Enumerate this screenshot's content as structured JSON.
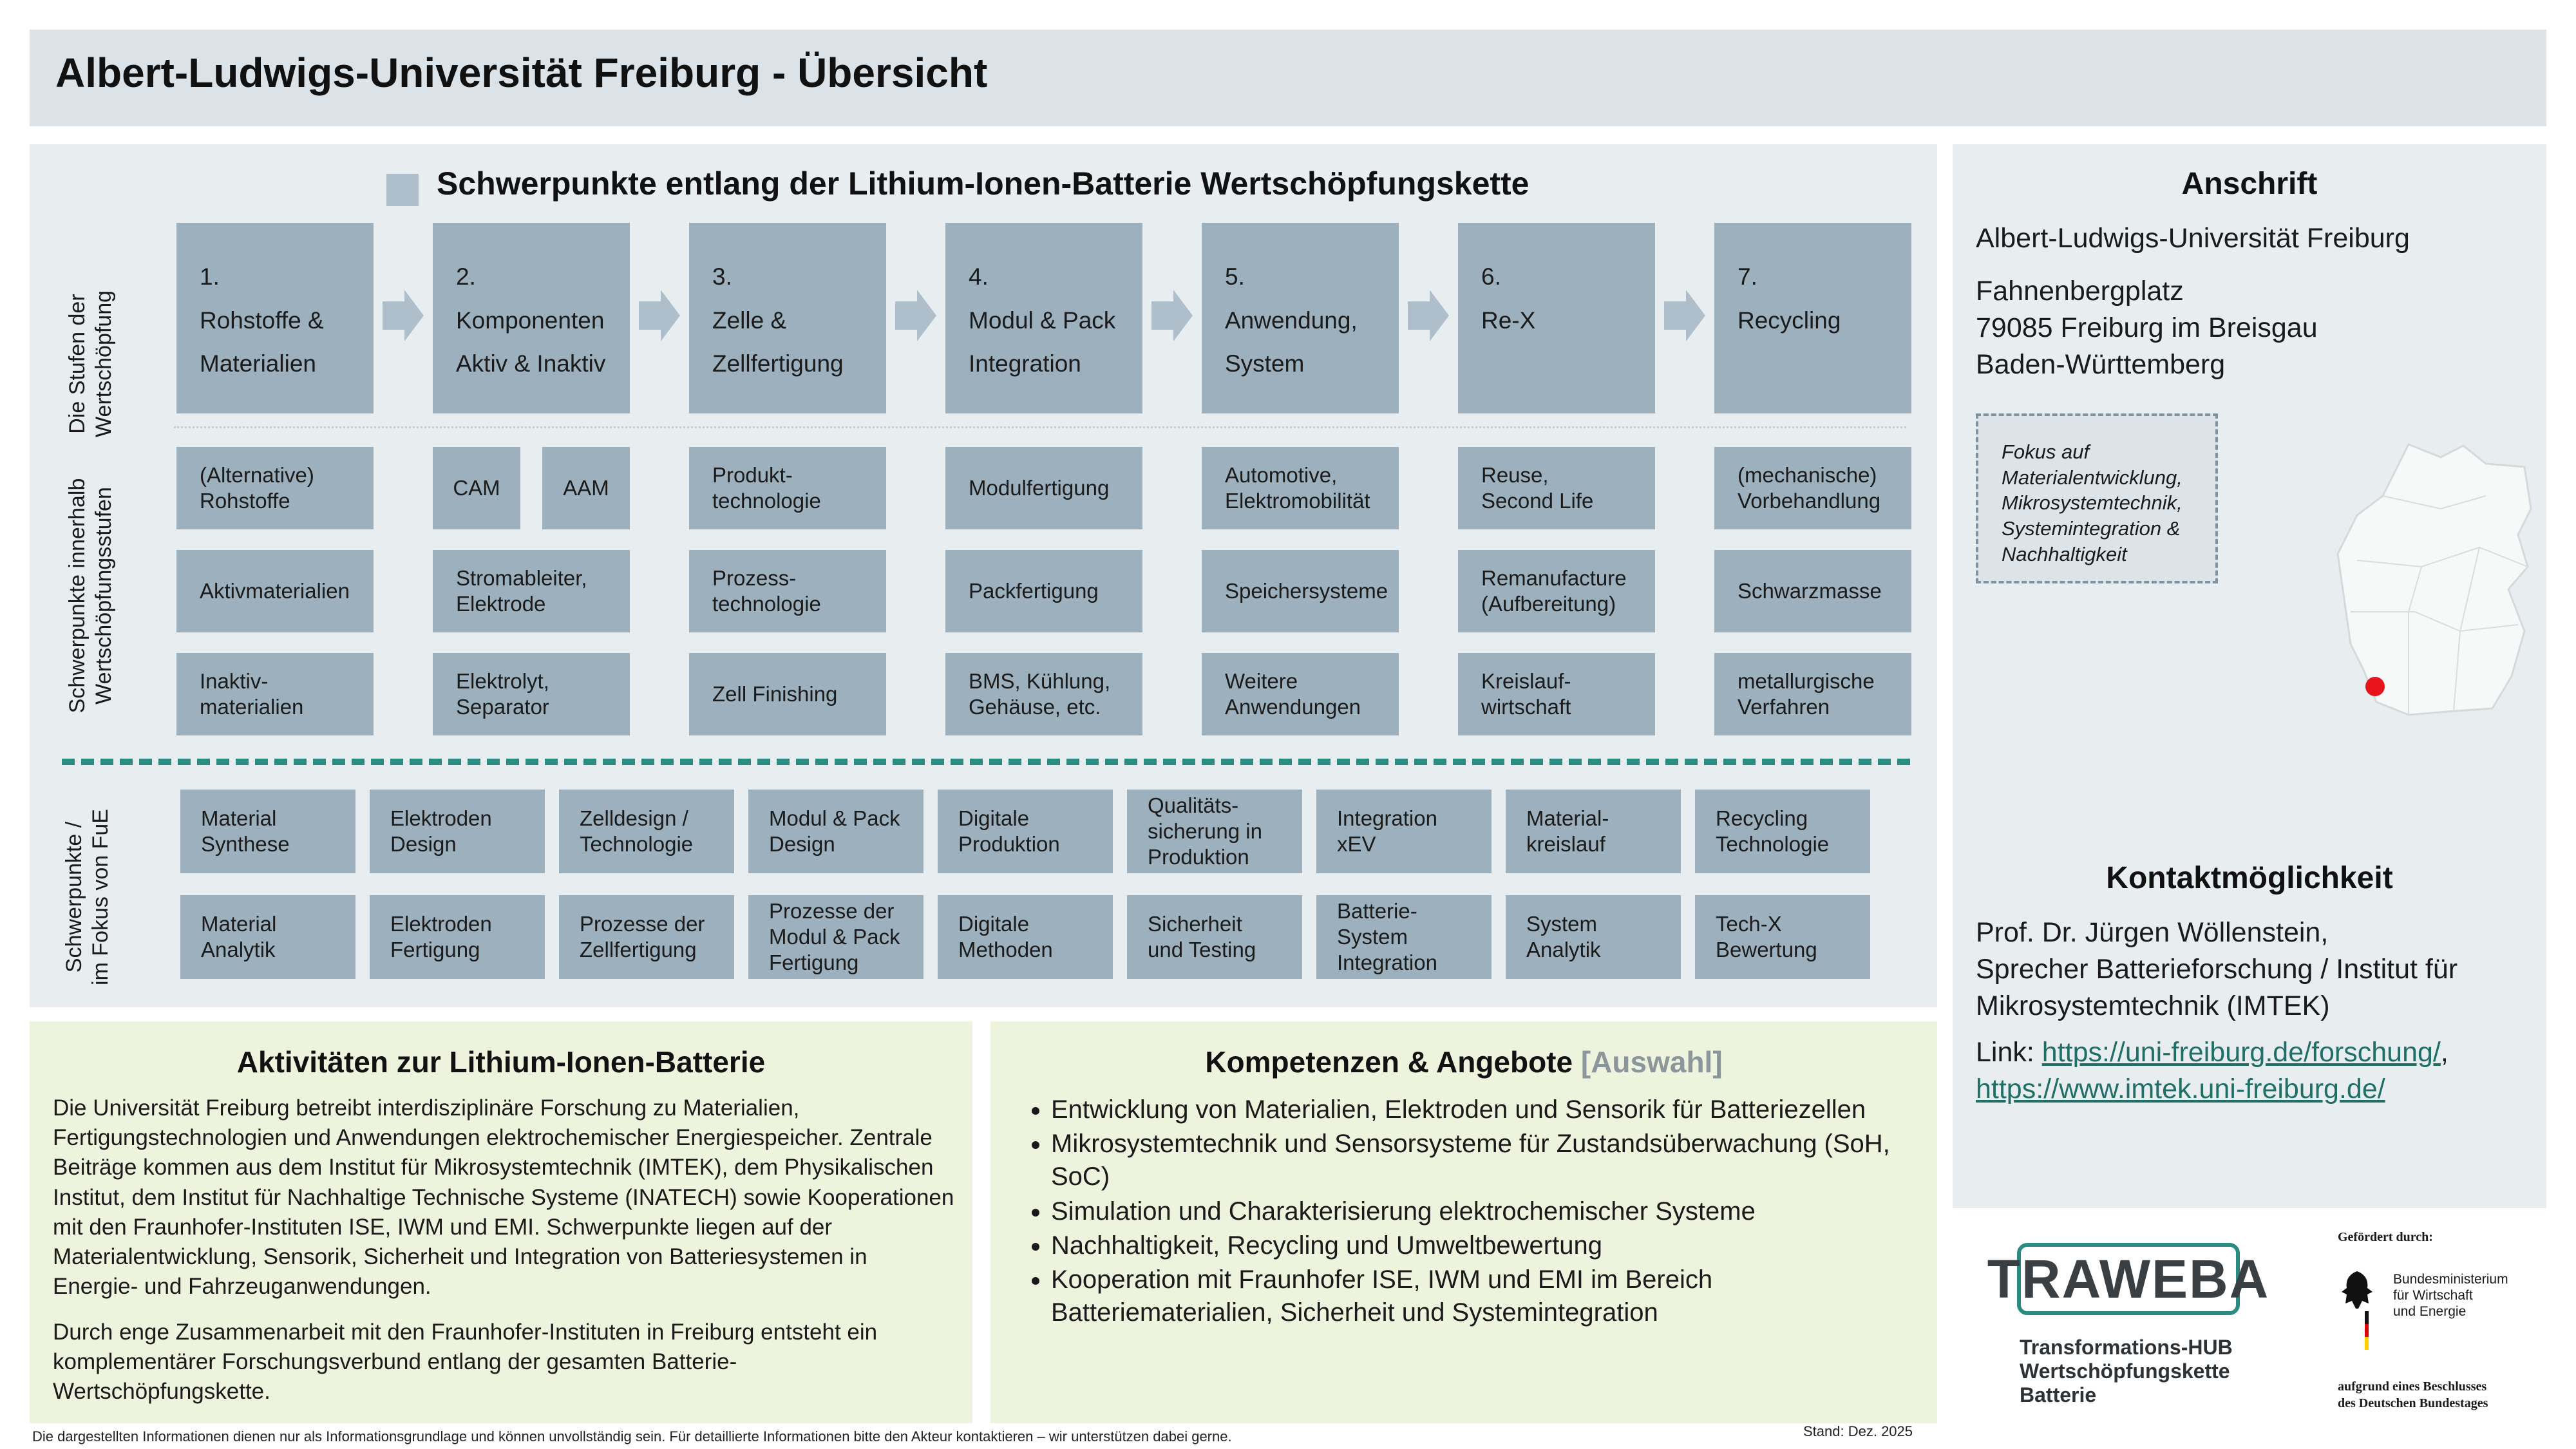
{
  "header": {
    "title": "Albert-Ludwigs-Universität Freiburg - Übersicht"
  },
  "main": {
    "title": "Schwerpunkte entlang der Lithium-Ionen-Batterie Wertschöpfungskette",
    "row_labels": {
      "stages": "Die Stufen der\nWertschöpfung",
      "focus_within": "Schwerpunkte innerhalb\nWertschöpfungsstufen",
      "rd_focus": "Schwerpunkte /\nim Fokus von FuE"
    },
    "stages": [
      "1.\nRohstoffe &\nMaterialien",
      "2.\nKomponenten\nAktiv & Inaktiv",
      "3.\nZelle &\nZellfertigung",
      "4.\nModul & Pack\nIntegration",
      "5.\nAnwendung,\nSystem",
      "6.\nRe-X",
      "7.\nRecycling"
    ],
    "focus_row1": [
      "(Alternative)\nRohstoffe",
      "CAM",
      "AAM",
      "Produkt-\ntechnologie",
      "Modulfertigung",
      "Automotive,\nElektromobilität",
      "Reuse,\nSecond Life",
      "(mechanische)\nVorbehandlung"
    ],
    "focus_row2": [
      "Aktivmaterialien",
      "Stromableiter,\nElektrode",
      "Prozess-\ntechnologie",
      "Packfertigung",
      "Speichersysteme",
      "Remanufacture\n(Aufbereitung)",
      "Schwarzmasse"
    ],
    "focus_row3": [
      "Inaktiv-\nmaterialien",
      "Elektrolyt,\nSeparator",
      "Zell Finishing",
      "BMS, Kühlung,\nGehäuse, etc.",
      "Weitere\nAnwendungen",
      "Kreislauf-\nwirtschaft",
      "metallurgische\nVerfahren"
    ],
    "rd_row1": [
      "Material\nSynthese",
      "Elektroden\nDesign",
      "Zelldesign /\nTechnologie",
      "Modul & Pack\nDesign",
      "Digitale\nProduktion",
      "Qualitäts-\nsicherung in\nProduktion",
      "Integration\nxEV",
      "Material-\nkreislauf",
      "Recycling\nTechnologie"
    ],
    "rd_row2": [
      "Material\nAnalytik",
      "Elektroden\nFertigung",
      "Prozesse der\nZellfertigung",
      "Prozesse der\nModul & Pack\nFertigung",
      "Digitale\nMethoden",
      "Sicherheit\nund Testing",
      "Batterie-\nSystem\nIntegration",
      "System\nAnalytik",
      "Tech-X\nBewertung"
    ]
  },
  "activities": {
    "title": "Aktivitäten zur Lithium-Ionen-Batterie",
    "text": "Die Universität Freiburg betreibt interdisziplinäre Forschung zu Materialien, Fertigungstechnologien und Anwendungen elektrochemischer Energiespeicher. Zentrale Beiträge kommen aus dem Institut für Mikrosystemtechnik (IMTEK), dem Physikalischen Institut, dem Institut für Nachhaltige Technische Systeme (INATECH) sowie Kooperationen mit den Fraunhofer-Instituten ISE, IWM und EMI. Schwerpunkte liegen auf der Materialentwicklung, Sensorik, Sicherheit und Integration von Batteriesystemen in Energie- und Fahrzeuganwendungen.",
    "text2": "Durch enge Zusammenarbeit mit den Fraunhofer-Instituten in Freiburg entsteht ein komplementärer Forschungsverbund entlang der gesamten Batterie-Wertschöpfungskette."
  },
  "competences": {
    "title": "Kompetenzen & Angebote",
    "title_suffix": "[Auswahl]",
    "items": [
      "Entwicklung von Materialien, Elektroden und Sensorik für Batteriezellen",
      "Mikrosystemtechnik und Sensorsysteme für Zustandsüberwachung (SoH, SoC)",
      "Simulation und Charakterisierung elektrochemischer Systeme",
      "Nachhaltigkeit, Recycling und Umweltbewertung",
      "Kooperation mit Fraunhofer ISE, IWM und EMI im Bereich Batteriematerialien, Sicherheit und Systemintegration"
    ]
  },
  "address": {
    "title": "Anschrift",
    "name": "Albert-Ludwigs-Universität Freiburg",
    "lines": "Fahnenbergplatz\n79085 Freiburg im Breisgau\nBaden-Württemberg",
    "focus": "Fokus auf\nMaterialentwicklung,\nMikrosystemtechnik,\nSystemintegration &\nNachhaltigkeit"
  },
  "contact": {
    "title": "Kontaktmöglichkeit",
    "person": "Prof. Dr. Jürgen Wöllenstein,\nSprecher Batterieforschung / Institut für Mikrosystemtechnik (IMTEK)",
    "link_label": "Link: ",
    "link1": "https://uni-freiburg.de/forschung/",
    "link_sep": ",",
    "link2": "https://www.imtek.uni-freiburg.de/"
  },
  "logos": {
    "traweba": "TRAWEBA",
    "traweba_sub": "Transformations-HUB\nWertschöpfungskette\nBatterie",
    "funded_by": "Gefördert durch:",
    "ministry": "Bundesministerium\nfür Wirtschaft\nund Energie",
    "resolution": "aufgrund eines Beschlusses\ndes Deutschen Bundestages"
  },
  "footer": {
    "disclaimer": "Die dargestellten Informationen dienen nur als Informationsgrundlage und können unvollständig sein. Für detaillierte Informationen bitte den Akteur kontaktieren – wir unterstützen dabei gerne.",
    "date": "Stand: Dez. 2025"
  },
  "colors": {
    "box": "#9cb0bd",
    "panel": "#e8edf0",
    "green_panel": "#eef3dd",
    "dash": "#2a8b80",
    "marker": "#e8141b"
  }
}
